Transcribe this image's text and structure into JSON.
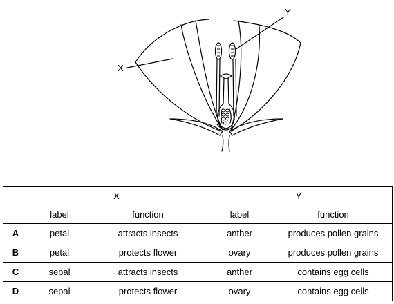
{
  "diagram": {
    "labels": {
      "x": "X",
      "y": "Y"
    }
  },
  "table": {
    "groups": [
      "X",
      "Y"
    ],
    "subheaders": [
      "label",
      "function",
      "label",
      "function"
    ],
    "rows": [
      {
        "letter": "A",
        "cells": [
          "petal",
          "attracts insects",
          "anther",
          "produces pollen grains"
        ]
      },
      {
        "letter": "B",
        "cells": [
          "petal",
          "protects flower",
          "ovary",
          "produces pollen grains"
        ]
      },
      {
        "letter": "C",
        "cells": [
          "sepal",
          "attracts insects",
          "anther",
          "contains egg cells"
        ]
      },
      {
        "letter": "D",
        "cells": [
          "sepal",
          "protects flower",
          "ovary",
          "contains egg cells"
        ]
      }
    ]
  }
}
